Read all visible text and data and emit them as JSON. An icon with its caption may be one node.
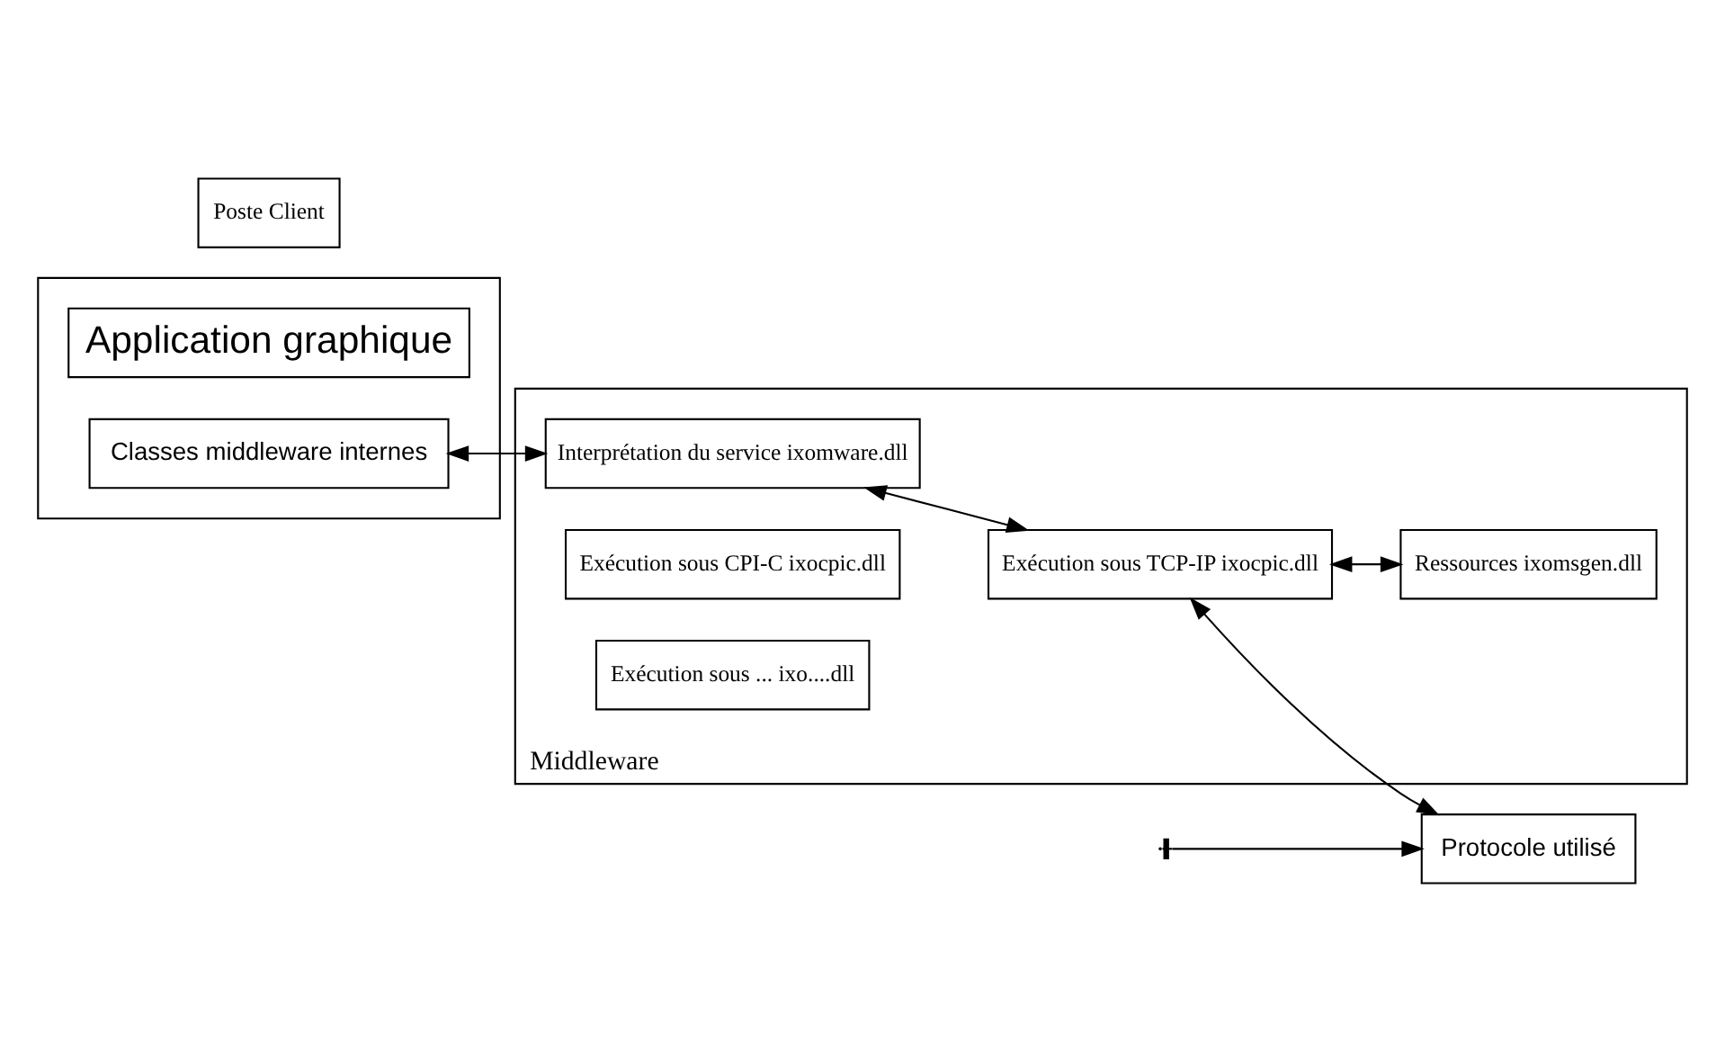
{
  "diagram": {
    "nodes": [
      {
        "text": [],
        "shape": "box"
      },
      {
        "text": [
          "Application graphique"
        ],
        "in": 0
      },
      {
        "text": [
          "Classes middleware internes"
        ],
        "in": 0
      },
      {
        "text": [
          "Middleware"
        ]
      },
      {
        "text": [
          "Interprétation du service ixomware.dll"
        ],
        "in": 3
      },
      {
        "text": [
          "Exécution sous CPI-C ixocpic.dll"
        ],
        "in": 3
      },
      {
        "text": [
          "Exécution sous TCP-IP ixocpic.dll"
        ],
        "in": 3
      },
      {
        "text": [
          "Exécution sous ... ixo....dll"
        ],
        "in": 3
      },
      {
        "text": [
          "Ressources ixomsgen.dll"
        ],
        "in": 3
      },
      {
        "text": [
          "Protocole utilisé"
        ]
      },
      {
        "text": [
          "Poste Client"
        ]
      }
    ],
    "edges": [
      {
        "from": 2,
        "to": 4,
        "arrow": "both"
      },
      {
        "from": 4,
        "to": 6,
        "arrow": "both"
      },
      {
        "from": 6,
        "to": 9,
        "arrow": "both"
      },
      {
        "from": 6,
        "to": 8,
        "arrow": "both"
      },
      {
        "from": null,
        "to": 9,
        "arrow": "to"
      }
    ]
  }
}
